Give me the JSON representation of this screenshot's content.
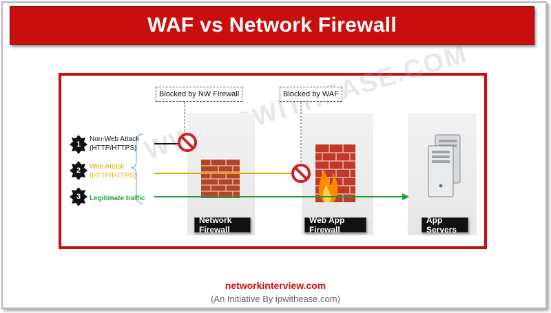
{
  "title": "WAF vs Network Firewall",
  "watermark": "WWW.IPWITHEASE.COM",
  "callouts": {
    "nw_firewall": "Blocked by NW Firewall",
    "waf": "Blocked by WAF"
  },
  "traffic": [
    {
      "number": "1",
      "label_line1": "Non-Web Attack",
      "label_line2": "(HTTP/HTTPS)",
      "color": "#111111"
    },
    {
      "number": "2",
      "label_line1": "Web Attack",
      "label_line2": "(HTTP/HTTPS)",
      "color": "#e6a800"
    },
    {
      "number": "3",
      "label_line1": "Legitimate traffic",
      "label_line2": "",
      "color": "#1e9e3a"
    }
  ],
  "panels": {
    "network_firewall": "Network Firewall",
    "web_app_firewall": "Web App Firewall",
    "app_servers": "App Servers"
  },
  "footer": {
    "site": "networkinterview.com",
    "initiative": "(An Initiative By ipwithease.com)"
  },
  "colors": {
    "accent_red": "#c90e0e",
    "brick": "#b4452b",
    "flame": "#ff8a00"
  }
}
